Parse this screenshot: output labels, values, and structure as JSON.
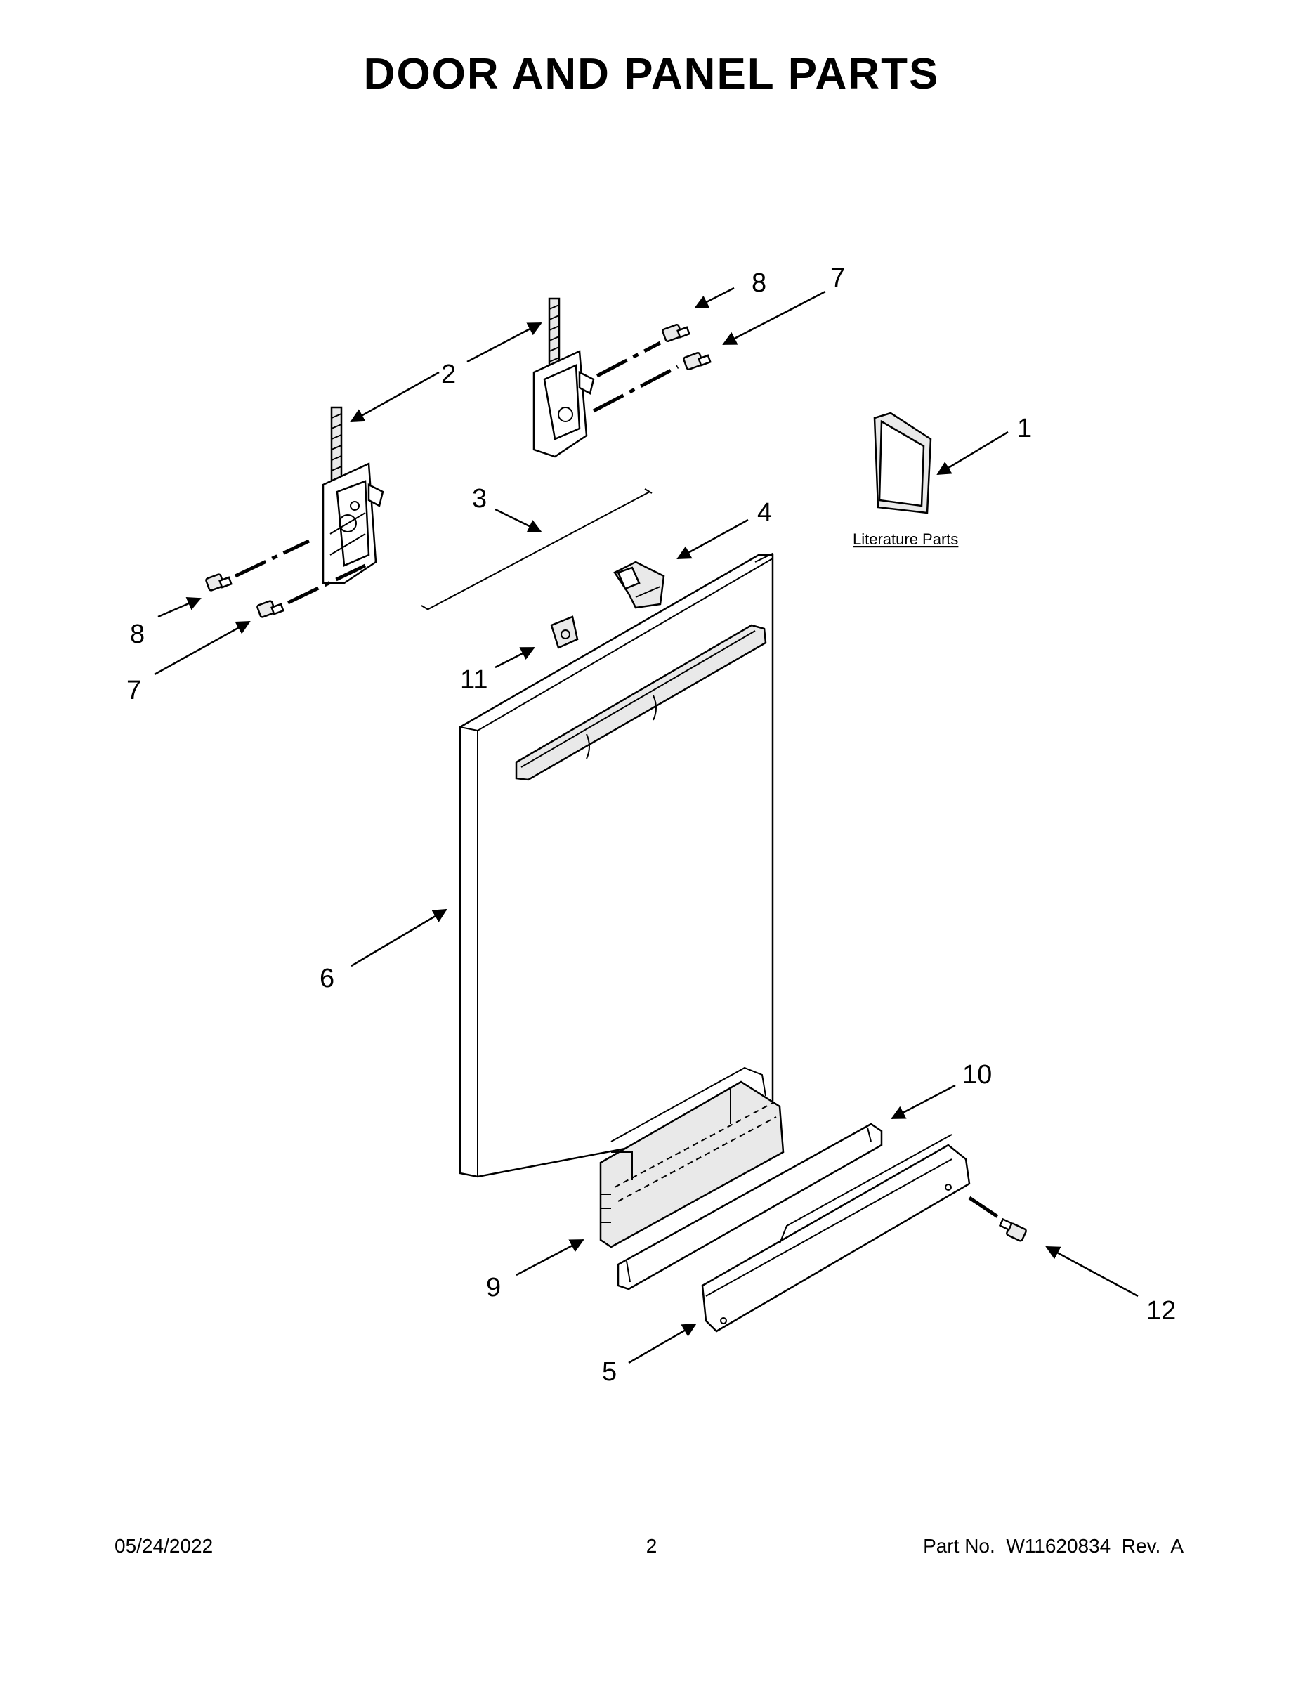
{
  "page": {
    "title": "DOOR AND PANEL PARTS",
    "footer": {
      "date": "05/24/2022",
      "page_number": "2",
      "part_number": "Part No.  W11620834  Rev.  A"
    }
  },
  "diagram": {
    "literature_label": "Literature Parts",
    "callouts": {
      "c1": "1",
      "c2": "2",
      "c3": "3",
      "c4": "4",
      "c5": "5",
      "c6": "6",
      "c7_left": "7",
      "c7_right": "7",
      "c8_left": "8",
      "c8_right": "8",
      "c9": "9",
      "c10": "10",
      "c11": "11",
      "c12": "12"
    }
  }
}
